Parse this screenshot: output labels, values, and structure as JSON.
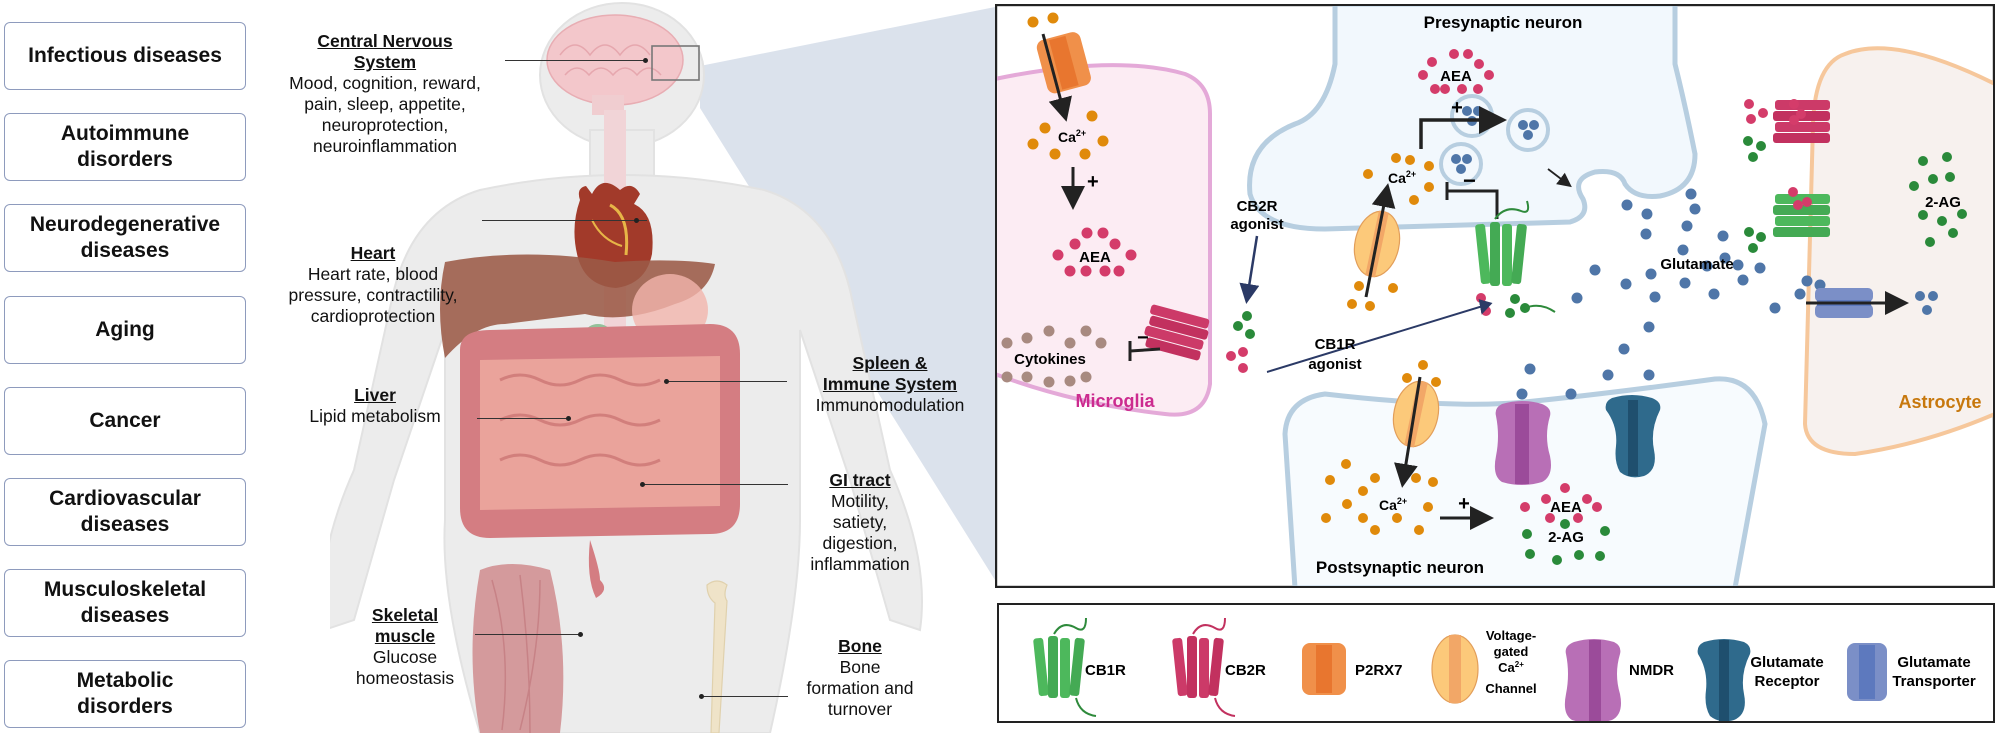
{
  "diseases": [
    {
      "label": "Infectious diseases"
    },
    {
      "label": "Autoimmune\ndisorders"
    },
    {
      "label": "Neurodegenerative\ndiseases"
    },
    {
      "label": "Aging"
    },
    {
      "label": "Cancer"
    },
    {
      "label": "Cardiovascular\ndiseases"
    },
    {
      "label": "Musculoskeletal\ndiseases"
    },
    {
      "label": "Metabolic\ndisorders"
    }
  ],
  "organs": {
    "cns": {
      "title": "Central Nervous\nSystem",
      "desc": "Mood, cognition, reward,\npain, sleep, appetite,\nneuroprotection,\nneuroinflammation"
    },
    "heart": {
      "title": "Heart",
      "desc": "Heart rate, blood\npressure, contractility,\ncardioprotection"
    },
    "liver": {
      "title": "Liver",
      "desc": "Lipid metabolism"
    },
    "skeletal_muscle": {
      "title": "Skeletal\nmuscle",
      "desc": "Glucose\nhomeostasis"
    },
    "spleen": {
      "title": "Spleen &\nImmune System",
      "desc": "Immunomodulation"
    },
    "gi": {
      "title": "GI tract",
      "desc": "Motility,\nsatiety,\ndigestion,\ninflammation"
    },
    "bone": {
      "title": "Bone",
      "desc": "Bone\nformation and\nturnover"
    }
  },
  "synapse": {
    "presynaptic": "Presynaptic neuron",
    "postsynaptic": "Postsynaptic neuron",
    "microglia": "Microglia",
    "astrocyte": "Astrocyte",
    "cb2r_agonist_1": "CB2R",
    "cb2r_agonist_2": "agonist",
    "cb1r_agonist_1": "CB1R",
    "cb1r_agonist_2": "agonist",
    "cytokines": "Cytokines",
    "glutamate": "Glutamate",
    "aea": "AEA",
    "two_ag": "2-AG",
    "ca": "Ca",
    "ca_sup": "2+",
    "plus": "+",
    "minus": "−"
  },
  "legend": [
    {
      "label": "CB1R",
      "icon": "cb1r-receptor-icon",
      "color": "#4db85c"
    },
    {
      "label": "CB2R",
      "icon": "cb2r-receptor-icon",
      "color": "#cc3a68"
    },
    {
      "label": "P2RX7",
      "icon": "p2rx7-channel-icon",
      "color": "#f0904a"
    },
    {
      "label": "Voltage-\ngated\nCa2+\nChannel",
      "icon": "voltage-gated-ca-channel-icon",
      "color": "#fcc97a"
    },
    {
      "label": "NMDR",
      "icon": "nmdr-receptor-icon",
      "color": "#b86fb6"
    },
    {
      "label": "Glutamate\nReceptor",
      "icon": "glutamate-receptor-icon",
      "color": "#2f6a8c"
    },
    {
      "label": "Glutamate\nTransporter",
      "icon": "glutamate-transporter-icon",
      "color": "#7b8fc7"
    }
  ],
  "colors": {
    "ca": "#e08a0b",
    "aea": "#d43c6a",
    "two_ag": "#2a8a3a",
    "glutamate": "#4f76a8",
    "cytokine": "#a88a80",
    "microglia_text": "#cc2b8f",
    "astrocyte_text": "#c7780d",
    "zoom_wedge": "#dbe2ec"
  }
}
